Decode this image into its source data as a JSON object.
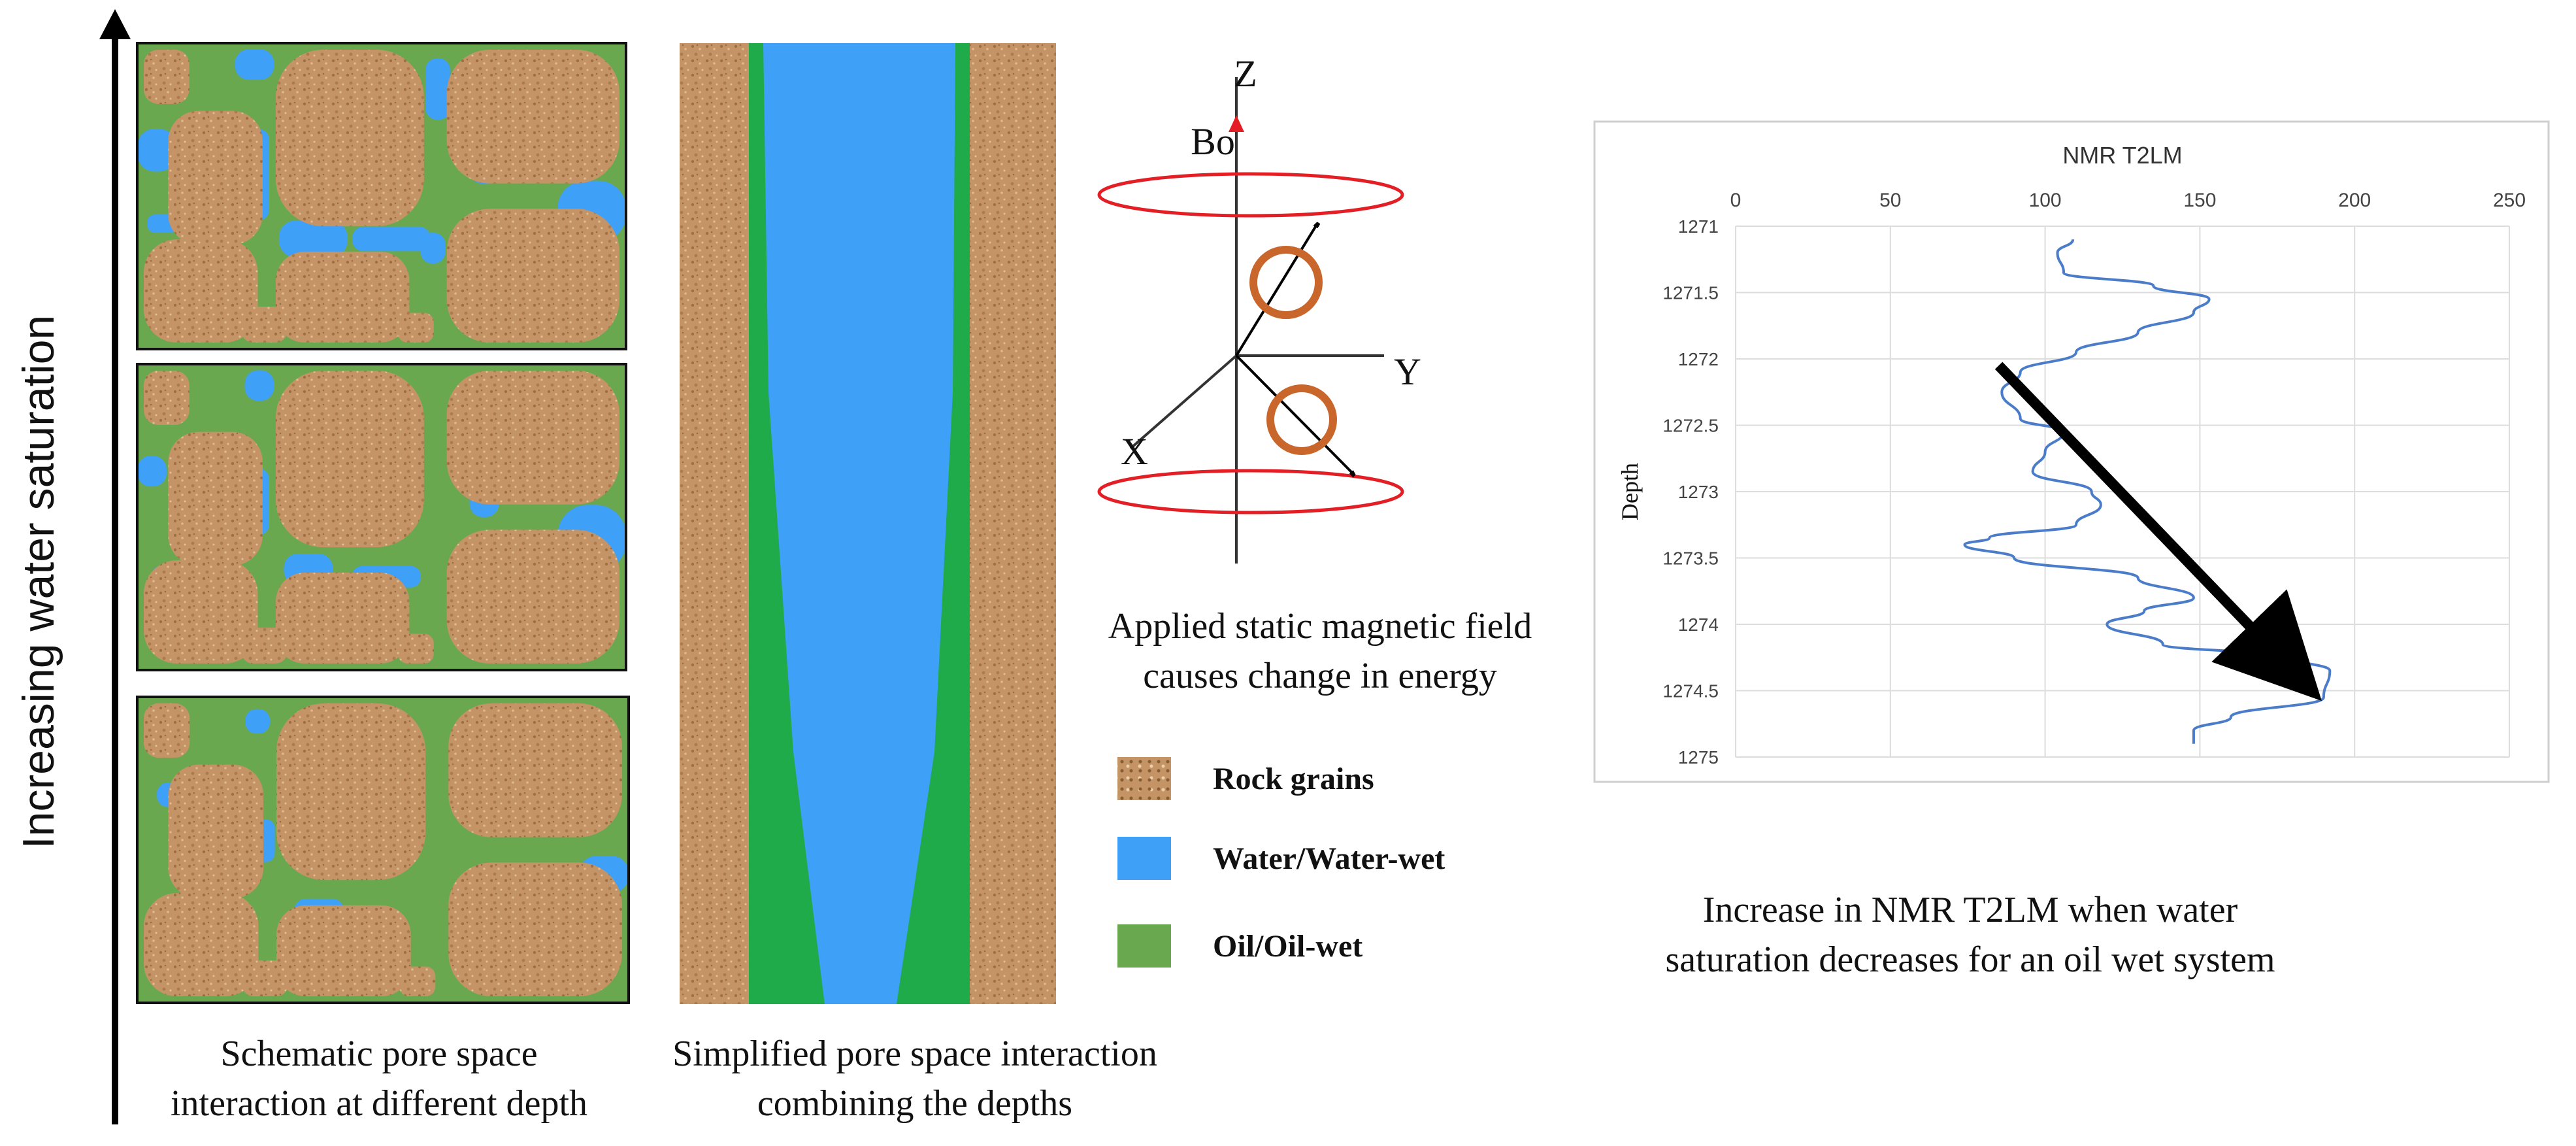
{
  "saturation_axis": {
    "label": "Increasing water saturation"
  },
  "captions": {
    "schematic": [
      "Schematic pore space",
      "interaction at different depth"
    ],
    "simplified": [
      "Simplified pore space interaction",
      "combining the depths"
    ],
    "magnetic": [
      "Applied static magnetic field",
      "causes change in energy"
    ],
    "nmr": [
      "Increase in NMR T2LM when water",
      "saturation decreases for an oil wet system"
    ]
  },
  "axes3d": {
    "z": "Z",
    "y": "Y",
    "x": "X",
    "b0": "Bo"
  },
  "legend": [
    {
      "label": "Rock grains",
      "color": "#c49466"
    },
    {
      "label": "Water/Water-wet",
      "color": "#3fa0f7"
    },
    {
      "label": "Oil/Oil-wet",
      "color": "#6aa84f"
    }
  ],
  "colors": {
    "grain": "#c49466",
    "grain_dark": "#8a5a30",
    "water": "#3fa0f7",
    "oil": "#6aa84f",
    "channel_oil": "#1fab4a",
    "field_loop": "#e31e24",
    "spin_ring": "#c8662c",
    "curve": "#4a7cc9"
  },
  "chart_data": {
    "type": "line",
    "title": "NMR T2LM",
    "xlabel": "NMR T2LM",
    "ylabel": "Depth",
    "xlim": [
      0,
      250
    ],
    "ylim": [
      1275,
      1271
    ],
    "x_ticks": [
      "0",
      "50",
      "100",
      "150",
      "200",
      "250"
    ],
    "y_ticks": [
      "1271",
      "1271.5",
      "1272",
      "1272.5",
      "1273",
      "1273.5",
      "1274",
      "1274.5",
      "1275"
    ],
    "grid": true,
    "series": [
      {
        "points": [
          [
            109,
            1271.1
          ],
          [
            104,
            1271.2
          ],
          [
            106,
            1271.35
          ],
          [
            135,
            1271.45
          ],
          [
            153,
            1271.55
          ],
          [
            148,
            1271.65
          ],
          [
            130,
            1271.8
          ],
          [
            110,
            1271.95
          ],
          [
            92,
            1272.1
          ],
          [
            86,
            1272.25
          ],
          [
            92,
            1272.45
          ],
          [
            106,
            1272.55
          ],
          [
            100,
            1272.7
          ],
          [
            96,
            1272.85
          ],
          [
            115,
            1273.0
          ],
          [
            118,
            1273.1
          ],
          [
            110,
            1273.25
          ],
          [
            82,
            1273.35
          ],
          [
            74,
            1273.4
          ],
          [
            90,
            1273.5
          ],
          [
            130,
            1273.65
          ],
          [
            148,
            1273.8
          ],
          [
            132,
            1273.9
          ],
          [
            120,
            1274.0
          ],
          [
            138,
            1274.15
          ],
          [
            180,
            1274.25
          ],
          [
            192,
            1274.35
          ],
          [
            190,
            1274.55
          ],
          [
            160,
            1274.7
          ],
          [
            148,
            1274.8
          ],
          [
            148,
            1274.9
          ]
        ]
      }
    ],
    "trend_arrow": {
      "from": [
        85,
        1272.05
      ],
      "to": [
        180,
        1274.35
      ]
    }
  }
}
